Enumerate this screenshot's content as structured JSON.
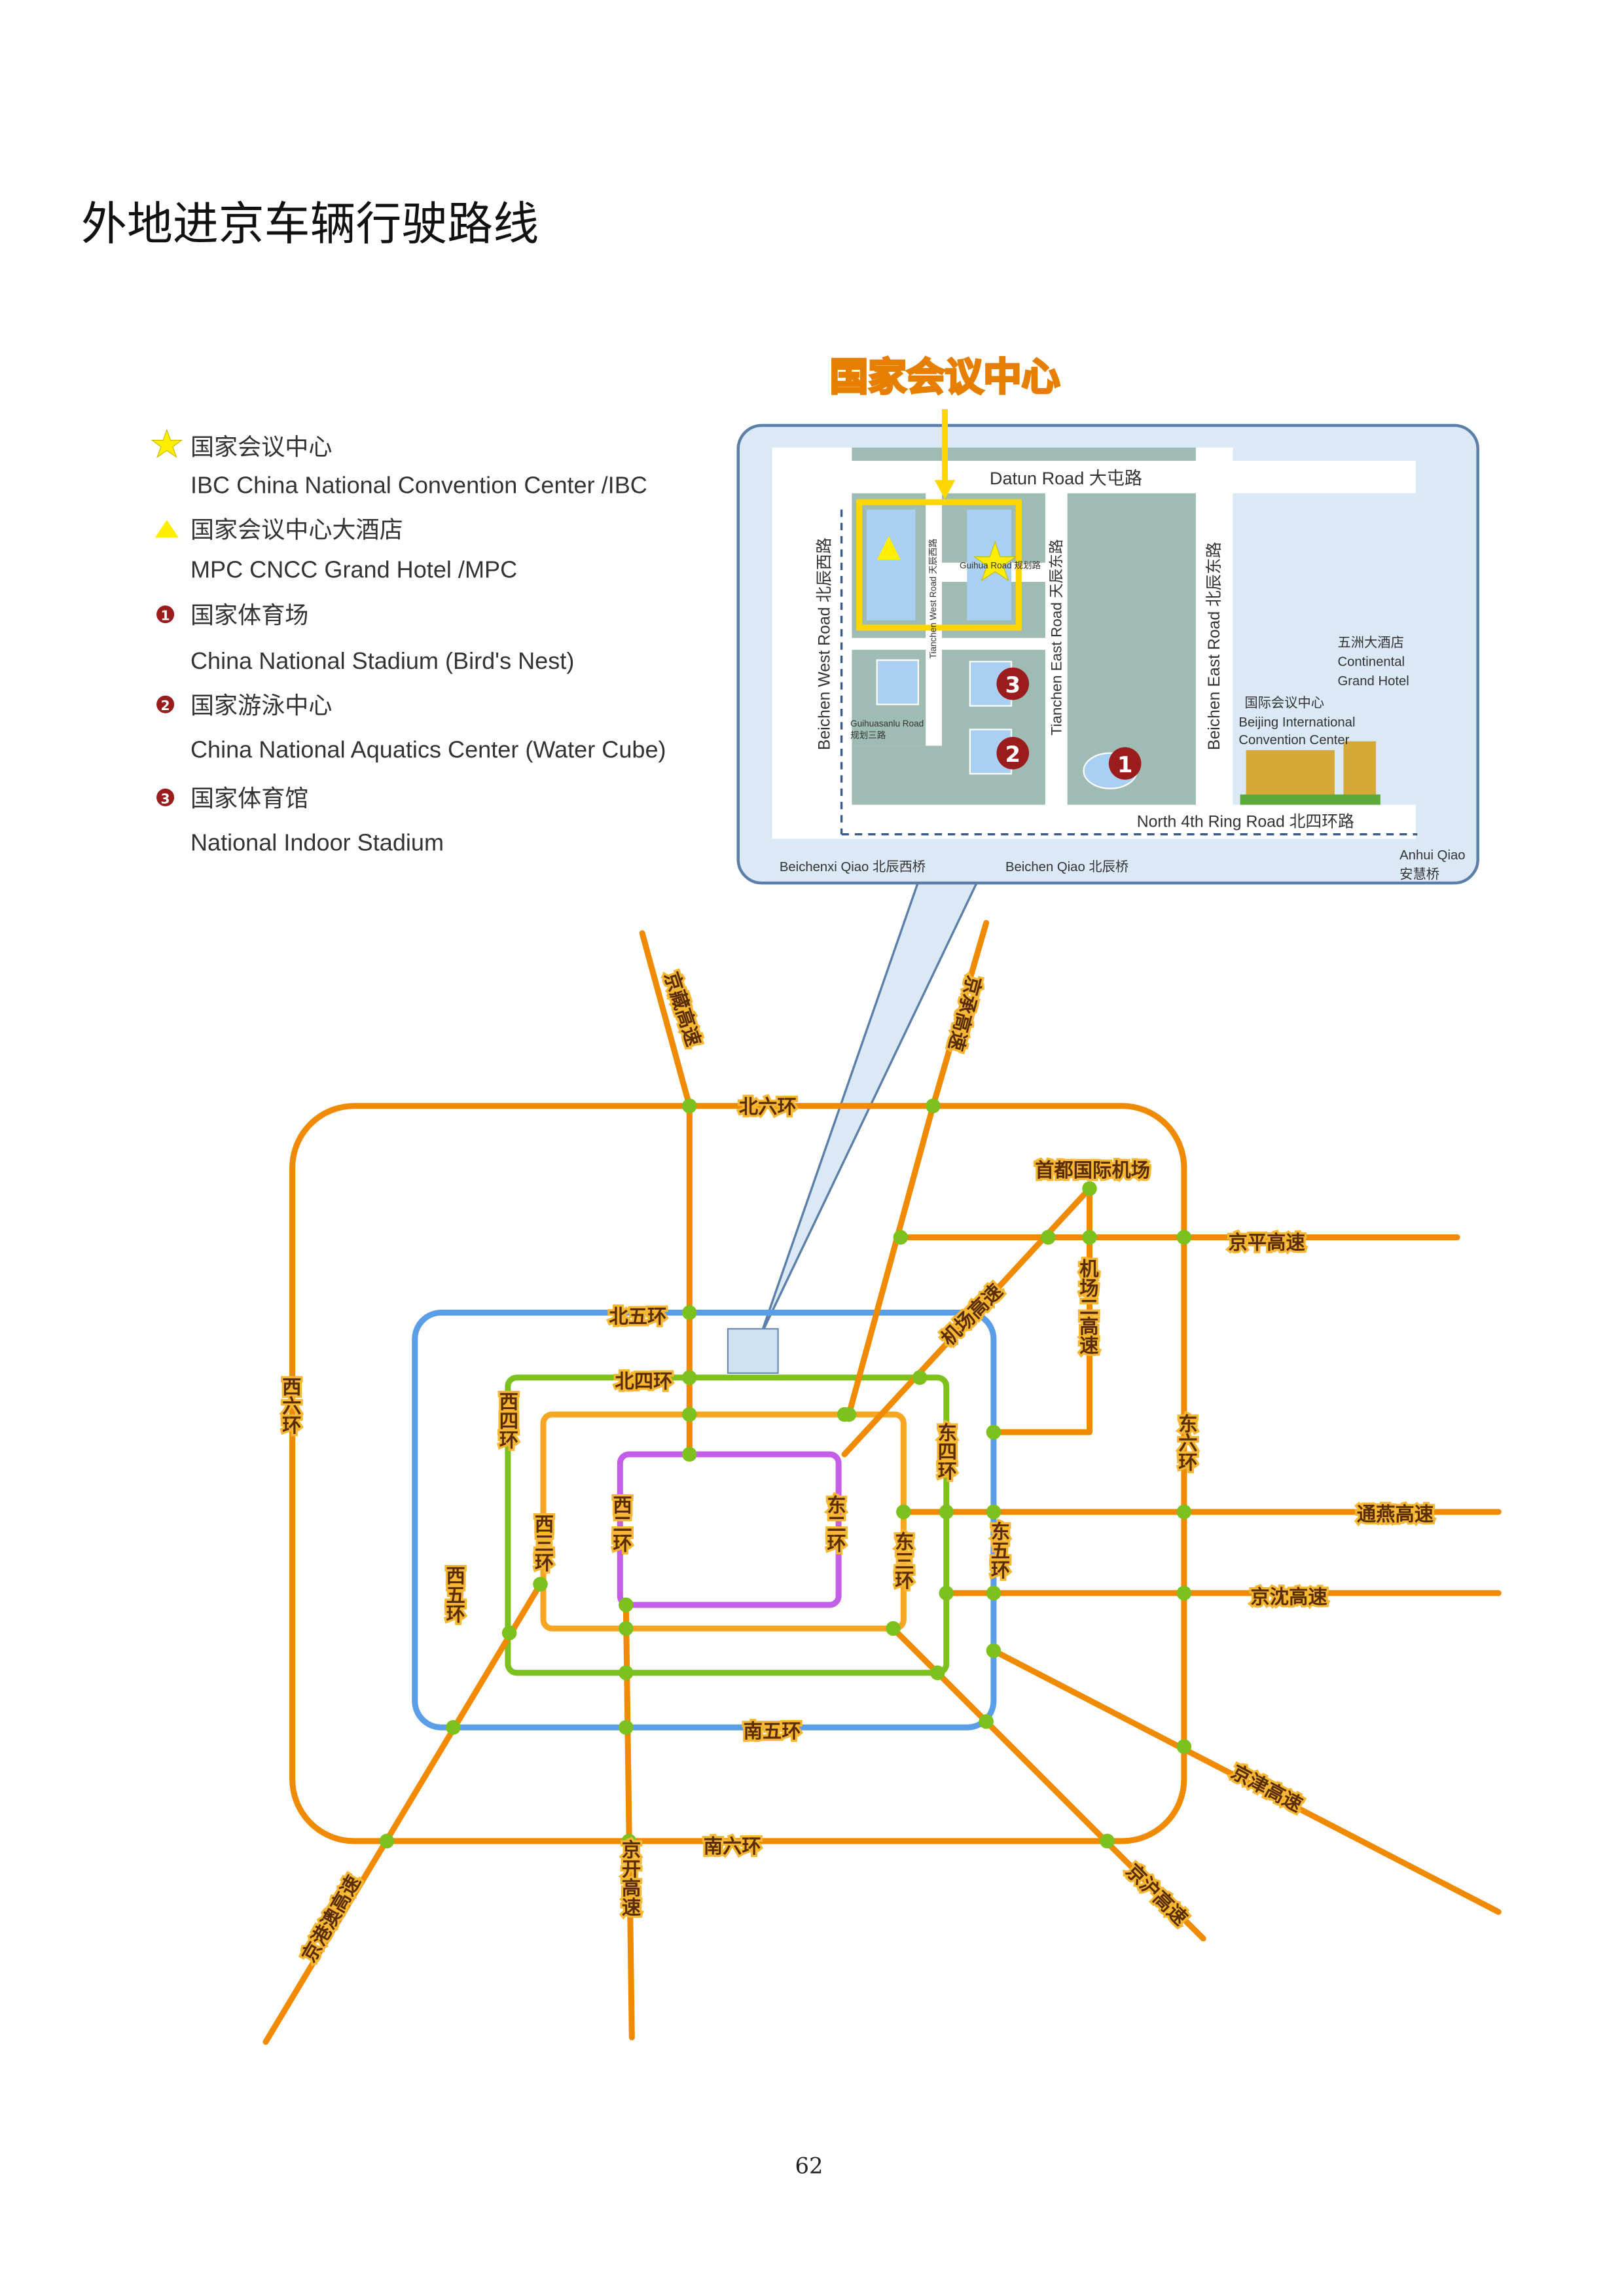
{
  "page_title": "外地进京车辆行驶路线",
  "page_number": "62",
  "legend": [
    {
      "icon": "star-icon",
      "zh": "国家会议中心",
      "en": "IBC  China National Convention Center /IBC"
    },
    {
      "icon": "triangle-icon",
      "zh": "国家会议中心大酒店",
      "en": "MPC   CNCC Grand Hotel /MPC"
    },
    {
      "icon": "number-1-icon",
      "zh": "国家体育场",
      "en": "China National Stadium (Bird's Nest)"
    },
    {
      "icon": "number-2-icon",
      "zh": "国家游泳中心",
      "en": "China National Aquatics Center (Water Cube)"
    },
    {
      "icon": "number-3-icon",
      "zh": "国家体育馆",
      "en": "National Indoor Stadium"
    }
  ],
  "inset": {
    "heading": "国家会议中心",
    "datun_road": "Datun Road  大屯路",
    "beichen_west": "Beichen West Road  北辰西路",
    "tianchen_west": "Tianchen West Road  天辰西路",
    "tianchen_east": "Tianchen East Road  天辰东路",
    "beichen_east": "Beichen East Road  北辰东路",
    "guihua_road": "Guihua Road 规划路",
    "guihuasanlu_en": "Guihuasanlu Road",
    "guihuasanlu_zh": "规划三路",
    "hotel_zh": "五洲大酒店",
    "hotel_en1": "Continental",
    "hotel_en2": "Grand Hotel",
    "bicc_zh": "国际会议中心",
    "bicc_en1": "Beijing International",
    "bicc_en2": "Convention Center",
    "ring4": "North 4th Ring Road  北四环路",
    "beichenxi": "Beichenxi Qiao  北辰西桥",
    "beichen": "Beichen Qiao  北辰桥",
    "anhui_en": "Anhui  Qiao",
    "anhui_zh": "安慧桥",
    "markers": [
      "1",
      "2",
      "3"
    ]
  },
  "colors": {
    "ring2": "#c45ee8",
    "ring3": "#f5a623",
    "ring4": "#7dc11f",
    "ring5": "#5b9ee8",
    "ring6": "#f08a00"
  },
  "roads": {
    "bei6": "北六环",
    "nan6": "南六环",
    "xi6": "西六环",
    "dong6": "东六环",
    "bei5": "北五环",
    "nan5": "南五环",
    "xi5": "西五环",
    "dong5": "东五环",
    "bei4": "北四环",
    "xi4": "西四环",
    "dong4": "东四环",
    "xi3": "西三环",
    "dong3": "东三环",
    "xi2": "西二环",
    "dong2": "东二环",
    "jingzang": "京藏高速",
    "jingcheng": "京承高速",
    "airport": "首都国际机场",
    "jingping": "京平高速",
    "jichang": "机场高速",
    "jichang2": "机场二高速",
    "tongyan": "通燕高速",
    "jingshen": "京沈高速",
    "jingjin": "京津高速",
    "jinghu": "京沪高速",
    "jingkai": "京开高速",
    "jinggangao": "京港澳高速"
  }
}
